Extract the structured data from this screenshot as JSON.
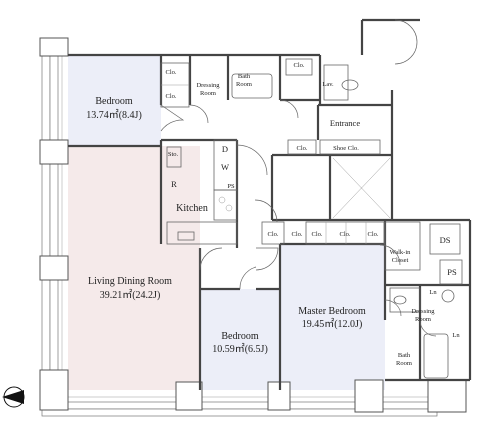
{
  "plan": {
    "rooms": {
      "bedroom_1": {
        "name": "Bedroom",
        "area": "13.74㎡(8.4J)"
      },
      "living": {
        "name": "Living Dining Room",
        "area": "39.21㎡(24.2J)"
      },
      "bedroom_2": {
        "name": "Bedroom",
        "area": "10.59㎡(6.5J)"
      },
      "master": {
        "name": "Master Bedroom",
        "area": "19.45㎡(12.0J)"
      },
      "kitchen": {
        "name": "Kitchen"
      },
      "entrance": {
        "name": "Entrance"
      },
      "dressing_1": {
        "line1": "Dressing",
        "line2": "Room"
      },
      "bath_1": {
        "line1": "Bath",
        "line2": "Room"
      },
      "dressing_2": {
        "line1": "Dressing",
        "line2": "Room"
      },
      "bath_2": {
        "line1": "Bath",
        "line2": "Room"
      },
      "walkin": {
        "line1": "Walk-in",
        "line2": "Closet"
      }
    },
    "labels": {
      "clo": "Clo.",
      "lav": "Lav.",
      "shoe": "Shoe Clo.",
      "sto": "Sto.",
      "d": "D",
      "w": "W",
      "ps": "PS",
      "r": "R",
      "ds": "DS",
      "ln": "Ln"
    },
    "colors": {
      "bedroom_fill": "#eceef8",
      "living_fill": "#f5eaea",
      "wall": "#444444",
      "north_arrow": "#111111"
    }
  }
}
